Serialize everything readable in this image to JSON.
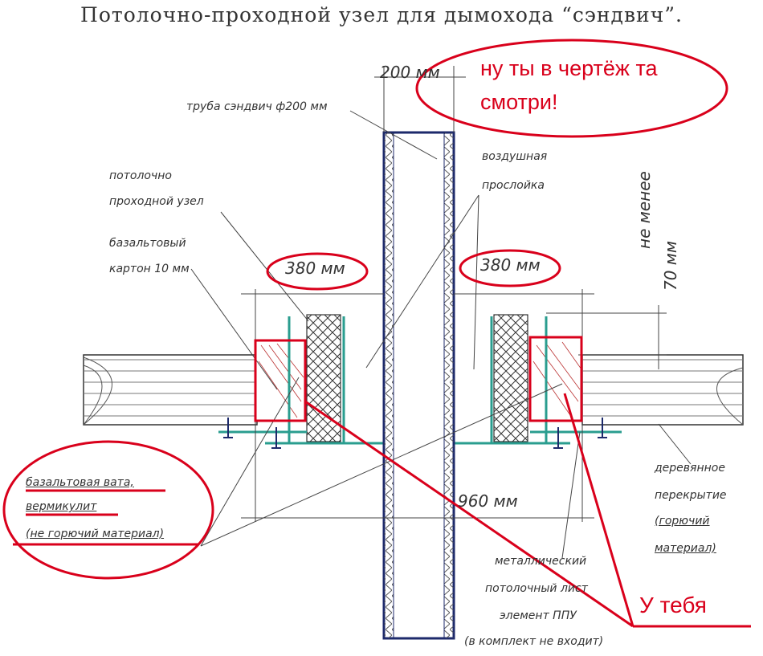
{
  "title": "Потолочно-проходной узел для дымохода “сэндвич”.",
  "labels": {
    "pipe": "труба сэндвич ф200 мм",
    "node_line1": "потолочно",
    "node_line2": "проходной узел",
    "cardboard_line1": "базальтовый",
    "cardboard_line2": "картон 10 мм",
    "air_line1": "воздушная",
    "air_line2": "прослойка",
    "not_less": "не менее",
    "wool": "базальтовая вата,",
    "vermiculite": "вермикулит",
    "nonflammable": "(не горючий материал)",
    "wood_line1": "деревянное",
    "wood_line2": "перекрытие",
    "wood_line3": "(горючий",
    "wood_line4": "материал)",
    "sheet_line1": "металлический",
    "sheet_line2": "потолочный лист",
    "sheet_line3": "элемент ППУ",
    "sheet_line4": "(в комплект не входит)"
  },
  "dimensions": {
    "pipe_width": "200 мм",
    "left_gap": "380 мм",
    "right_gap": "380 мм",
    "offset_70": "70 мм",
    "total_width": "960 мм"
  },
  "annotations": {
    "bubble_line1": "ну ты в чертёж та",
    "bubble_line2": "смотри!",
    "yours": "У тебя"
  },
  "colors": {
    "annotation_red": "#d9001b",
    "metal_teal": "#2a9d8f",
    "pipe_navy": "#1d2a6b",
    "line_gray": "#444444"
  }
}
